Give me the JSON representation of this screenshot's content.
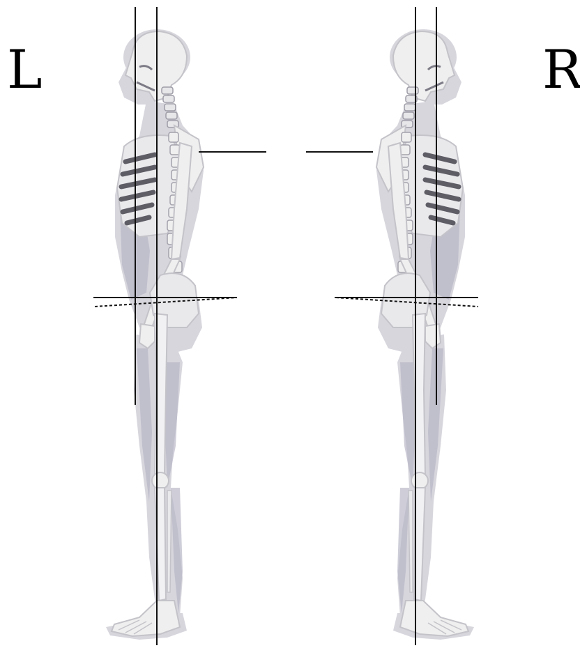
{
  "labels": {
    "left": "L",
    "right": "R"
  },
  "colors": {
    "background": "#ffffff",
    "body_fill": "#d7d6dd",
    "body_shadow": "#a9a8b8",
    "bone": "#efefef",
    "bone_edge": "#c3c3c9",
    "rib_dark": "#5e5d66",
    "line": "#111111"
  },
  "figures": [
    {
      "side": "left",
      "facing": "left"
    },
    {
      "side": "right",
      "facing": "right"
    }
  ]
}
